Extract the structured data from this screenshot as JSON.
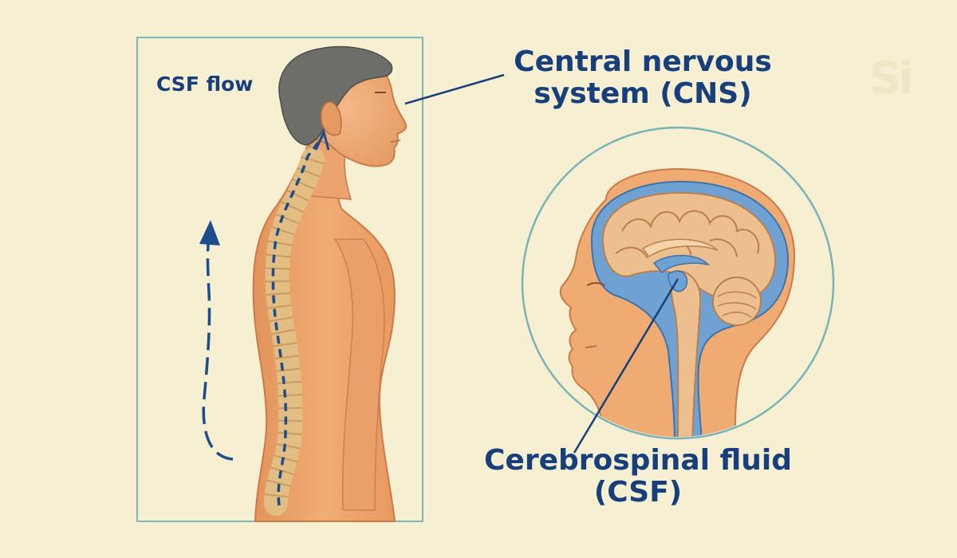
{
  "labels": {
    "csf_flow": "CSF flow",
    "cns_line1": "Central nervous",
    "cns_line2": "system (CNS)",
    "csf_line1": "Cerebrospinal fluid",
    "csf_line2": "(CSF)"
  },
  "watermark": "Si",
  "colors": {
    "background": "#f7efd2",
    "label_text": "#163f7c",
    "frame_stroke": "#6fb1b3",
    "skin": "#eea56c",
    "spine": "#e9c890",
    "csf_blue": "#6a9fd0",
    "hair": "#6f6f6b"
  },
  "icons": {
    "flow_arrow": "dashed-up-arrow-icon"
  }
}
